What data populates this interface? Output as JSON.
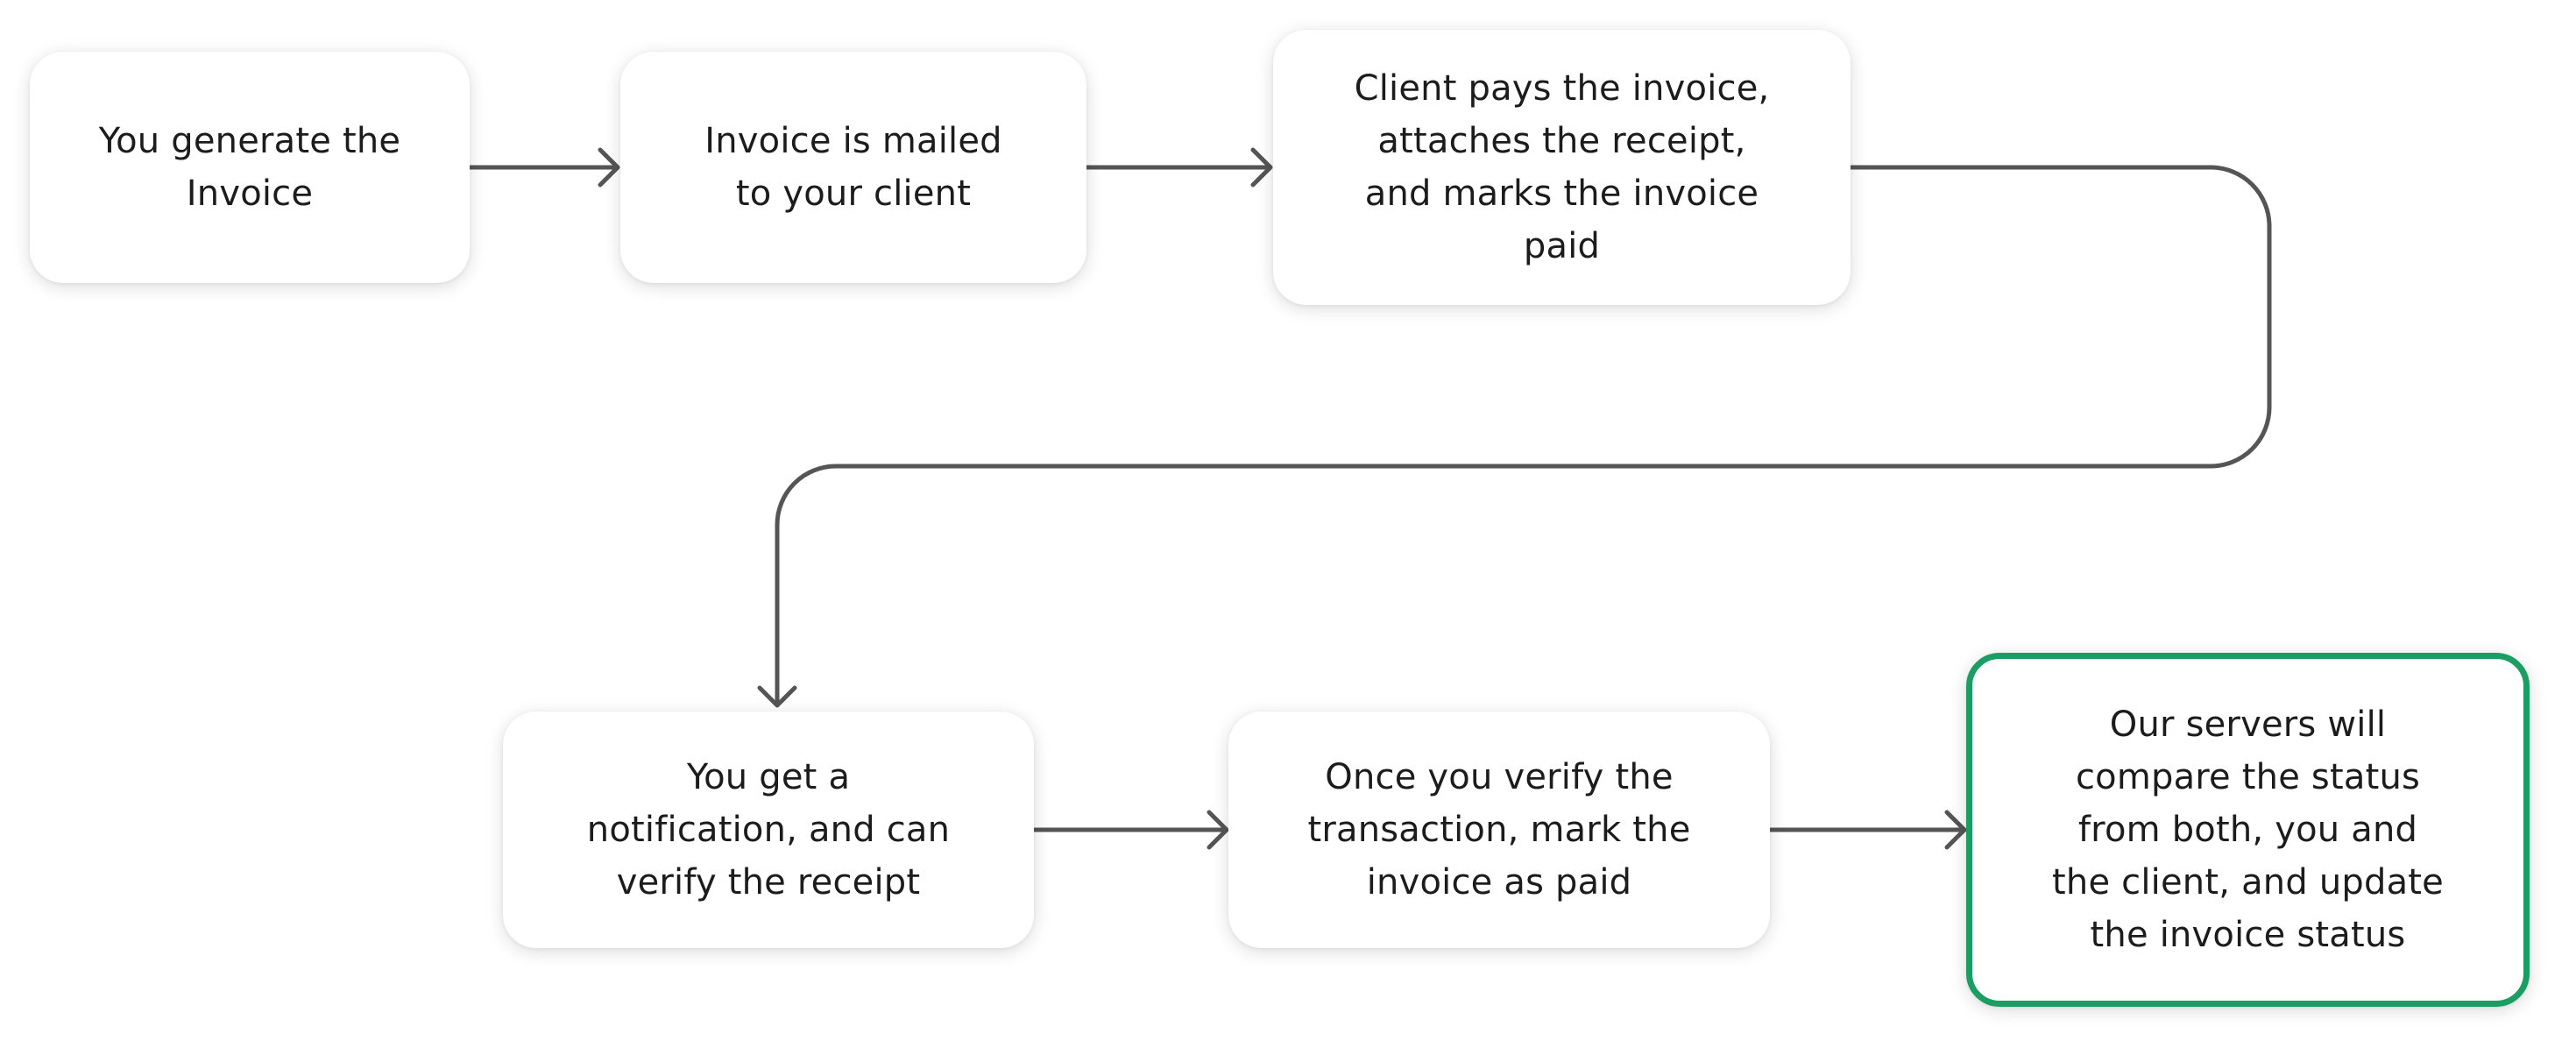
{
  "diagram": {
    "type": "flowchart",
    "accent_color": "#1a9e63",
    "connector_color": "#555555",
    "steps": [
      {
        "id": "step-1",
        "text": "You generate the\nInvoice"
      },
      {
        "id": "step-2",
        "text": "Invoice is mailed\nto your client"
      },
      {
        "id": "step-3",
        "text": "Client pays the invoice,\nattaches the receipt,\nand marks the invoice\npaid"
      },
      {
        "id": "step-4",
        "text": "You get a\nnotification, and can\nverify the receipt"
      },
      {
        "id": "step-5",
        "text": "Once you verify the\ntransaction, mark the\ninvoice as paid"
      },
      {
        "id": "step-6",
        "text": "Our servers will\ncompare the status\nfrom both, you and\nthe client, and update\nthe invoice status",
        "highlighted": true
      }
    ],
    "edges": [
      {
        "from": "step-1",
        "to": "step-2"
      },
      {
        "from": "step-2",
        "to": "step-3"
      },
      {
        "from": "step-3",
        "to": "step-4"
      },
      {
        "from": "step-4",
        "to": "step-5"
      },
      {
        "from": "step-5",
        "to": "step-6"
      }
    ]
  }
}
